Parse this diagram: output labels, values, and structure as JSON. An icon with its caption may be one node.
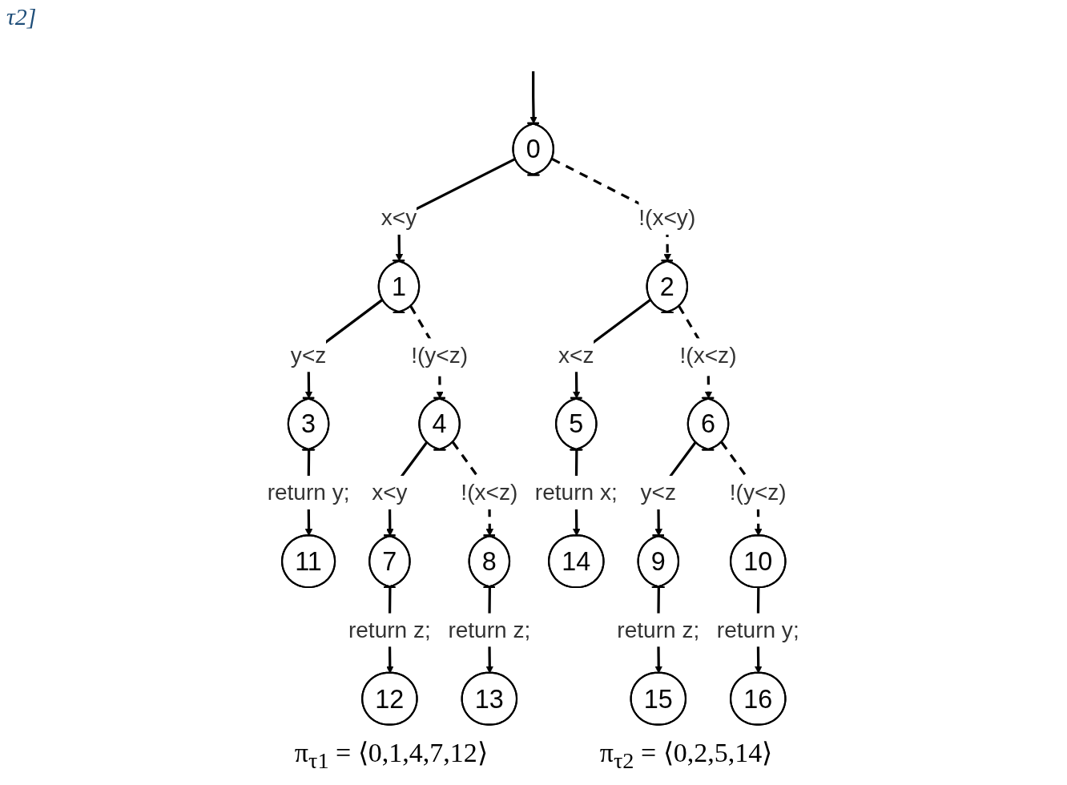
{
  "diagram": {
    "nodes": [
      {
        "text": [
          "0"
        ]
      },
      {
        "text": [
          "1"
        ]
      },
      {
        "text": [
          "2"
        ]
      },
      {
        "text": [
          "3"
        ]
      },
      {
        "text": [
          "4"
        ]
      },
      {
        "text": [
          "5"
        ]
      },
      {
        "text": [
          "6"
        ]
      },
      {
        "text": [
          "7"
        ]
      },
      {
        "text": [
          "8"
        ]
      },
      {
        "text": [
          "9"
        ]
      },
      {
        "text": [
          "10"
        ]
      },
      {
        "text": [
          "11"
        ]
      },
      {
        "text": [
          "12"
        ]
      },
      {
        "text": [
          "13"
        ]
      },
      {
        "text": [
          "14"
        ]
      },
      {
        "text": [
          "15"
        ]
      },
      {
        "text": [
          "16"
        ]
      }
    ],
    "edges": [
      {
        "from": null,
        "to": 0,
        "arrow": "to"
      },
      {
        "from": 0,
        "to": 1,
        "arrow": "to",
        "label": "x<y"
      },
      {
        "from": 0,
        "to": 2,
        "arrow": "to",
        "label": "!(x<y)",
        "style": "dashed"
      },
      {
        "from": 1,
        "to": 3,
        "arrow": "to",
        "label": "y<z"
      },
      {
        "from": 1,
        "to": 4,
        "arrow": "to",
        "label": "!(y<z)",
        "style": "dashed"
      },
      {
        "from": 2,
        "to": 5,
        "arrow": "to",
        "label": "x<z"
      },
      {
        "from": 2,
        "to": 6,
        "arrow": "to",
        "label": "!(x<z)",
        "style": "dashed"
      },
      {
        "from": 3,
        "to": 11,
        "arrow": "to",
        "label": "return y;"
      },
      {
        "from": 4,
        "to": 7,
        "arrow": "to",
        "label": "x<y"
      },
      {
        "from": 4,
        "to": 8,
        "arrow": "to",
        "label": "!(x<z)",
        "style": "dashed"
      },
      {
        "from": 5,
        "to": 14,
        "arrow": "to",
        "label": "return x;"
      },
      {
        "from": 6,
        "to": 9,
        "arrow": "to",
        "label": "y<z"
      },
      {
        "from": 6,
        "to": 10,
        "arrow": "to",
        "label": "!(y<z)",
        "style": "dashed"
      },
      {
        "from": 7,
        "to": 12,
        "arrow": "to",
        "label": "return z;"
      },
      {
        "from": 8,
        "to": 13,
        "arrow": "to",
        "label": "return z;"
      },
      {
        "from": 9,
        "to": 15,
        "arrow": "to",
        "label": "return z;"
      },
      {
        "from": 10,
        "to": 16,
        "arrow": "to",
        "label": "return y;"
      }
    ],
    "labels": [
      "τ2]",
      "π$_{τ1}$ = ⟨0,1,4,7,12⟩",
      "π$_{τ2}$ = ⟨0,2,5,14⟩"
    ]
  }
}
